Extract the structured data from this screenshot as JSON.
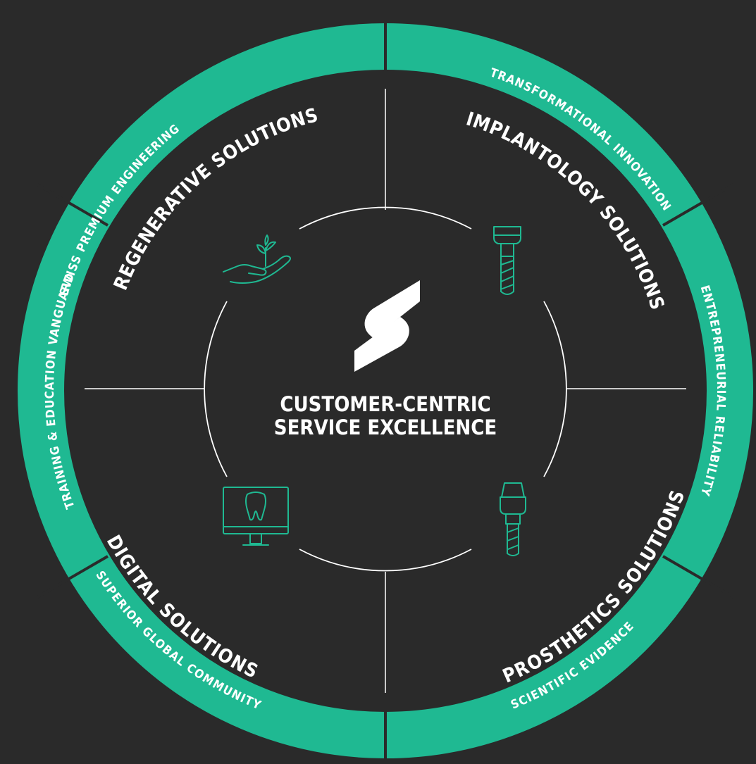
{
  "colors": {
    "background": "#2a2a2a",
    "ring": "#1fb992",
    "divider": "#2a2a2a",
    "lines": "#ffffff",
    "icon": "#1fb992"
  },
  "center": {
    "logo": "s-logo-icon",
    "line1": "CUSTOMER-CENTRIC",
    "line2": "SERVICE EXCELLENCE"
  },
  "outer_ring": [
    {
      "label": "SWISS PREMIUM ENGINEERING"
    },
    {
      "label": "TRANSFORMATIONAL INNOVATION"
    },
    {
      "label": "ENTREPRENEURIAL RELIABILITY"
    },
    {
      "label": "SCIENTIFIC EVIDENCE"
    },
    {
      "label": "SUPERIOR GLOBAL COMMUNITY"
    },
    {
      "label": "TRAINING & EDUCATION VANGUARD"
    }
  ],
  "solutions": [
    {
      "label": "REGENERATIVE SOLUTIONS",
      "icon": "hand-plant-icon"
    },
    {
      "label": "IMPLANTOLOGY SOLUTIONS",
      "icon": "implant-screw-icon"
    },
    {
      "label": "PROSTHETICS SOLUTIONS",
      "icon": "abutment-icon"
    },
    {
      "label": "DIGITAL SOLUTIONS",
      "icon": "monitor-tooth-icon"
    }
  ]
}
